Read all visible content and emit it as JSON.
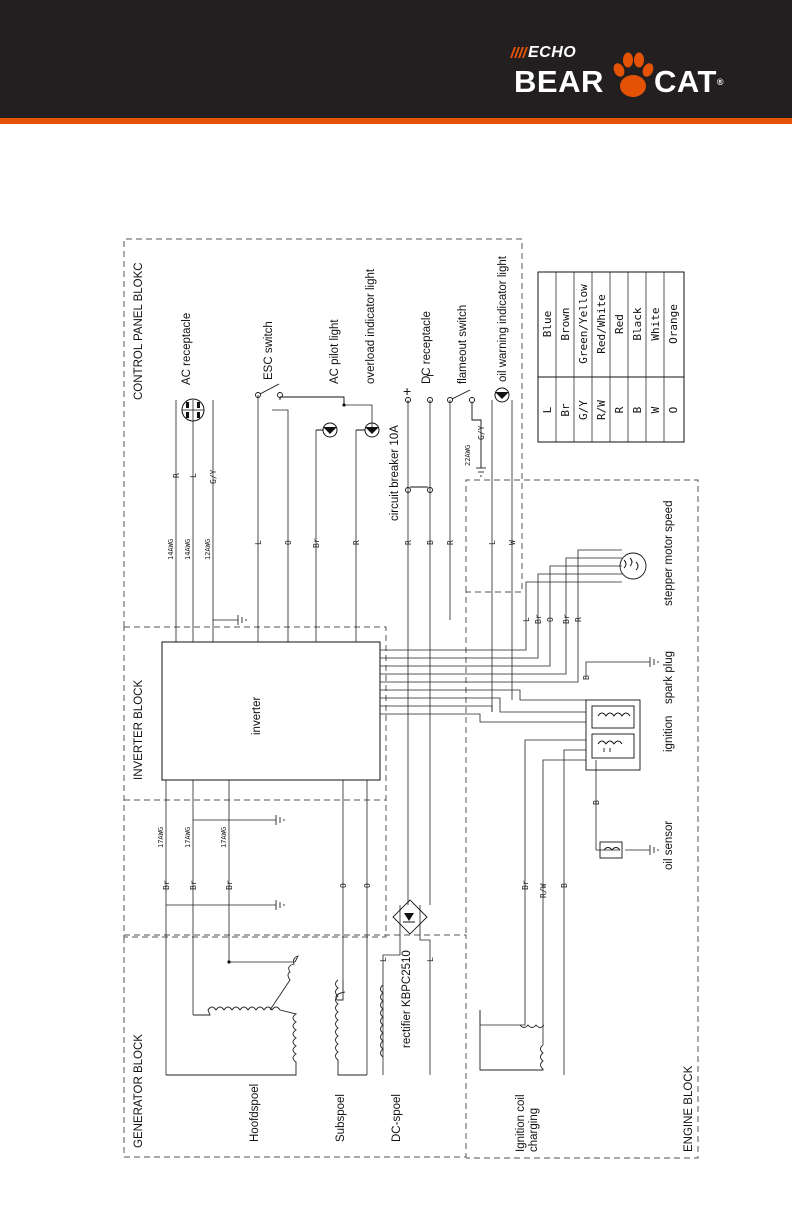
{
  "brand": {
    "echo": "ECHO",
    "bear": "BEAR",
    "cat": "CAT",
    "registered": "®",
    "accent_color": "#e35205",
    "header_color": "#231f20",
    "paw_icon": "paw-icon"
  },
  "blocks": {
    "generator": "GENERATOR BLOCK",
    "inverter": "INVERTER BLOCK",
    "control_panel": "CONTROL PANEL BLOKC",
    "engine": "ENGINE BLOCK"
  },
  "components": {
    "inverter": "inverter",
    "hoofdspoel": "Hoofdspoel",
    "subspoel": "Subspoel",
    "dc_spoel": "DC-spoel",
    "rectifier": "rectifier KBPC2510",
    "ignition_coil_1": "Ignition coil",
    "ignition_coil_2": "charging",
    "ac_receptacle": "AC receptacle",
    "esc_switch": "ESC switch",
    "ac_pilot_light": "AC pilot light",
    "overload_light": "overload indicator light",
    "dc_receptacle": "DC receptacle",
    "flameout_switch": "flameout switch",
    "oil_warning_light": "oil warning indicator light",
    "circuit_breaker": "circuit breaker 10A",
    "stepper_motor": "stepper motor speed",
    "spark_plug": "spark plug",
    "ignition": "ignition",
    "oil_sensor": "oil sensor",
    "plus": "+",
    "minus": "−"
  },
  "wires": {
    "br": "Br",
    "o": "O",
    "l": "L",
    "r": "R",
    "b": "B",
    "w": "W",
    "gy": "G/Y",
    "rw": "R/W",
    "awg17": "17AWG",
    "awg14": "14AWG",
    "awg12": "12AWG",
    "awg22": "22AWG"
  },
  "legend": [
    {
      "code": "L",
      "color": "Blue"
    },
    {
      "code": "Br",
      "color": "Brown"
    },
    {
      "code": "G/Y",
      "color": "Green/Yellow"
    },
    {
      "code": "R/W",
      "color": "Red/White"
    },
    {
      "code": "R",
      "color": "Red"
    },
    {
      "code": "B",
      "color": "Black"
    },
    {
      "code": "W",
      "color": "White"
    },
    {
      "code": "O",
      "color": "Orange"
    }
  ]
}
